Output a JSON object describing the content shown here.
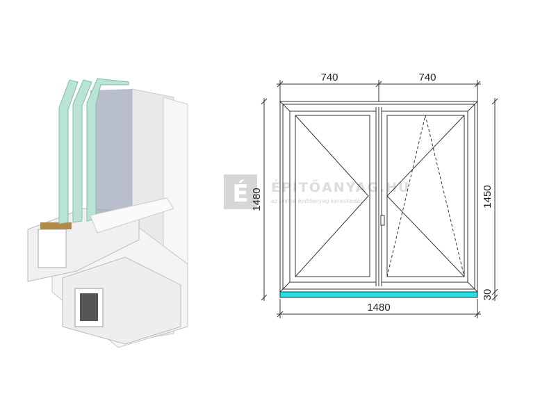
{
  "dimensions": {
    "sash_width_left": "740",
    "sash_width_right": "740",
    "total_height": "1480",
    "frame_height": "1450",
    "sill_height": "30",
    "total_width": "1480"
  },
  "watermark": {
    "logo_letter": "É",
    "brand": "ÉPÍTŐANYAG.HU",
    "tagline": "az online építőanyag kereskedés"
  },
  "colors": {
    "sill": "#22e0e8",
    "line": "#333333",
    "profile": "#f2f2f2",
    "glass": "#a8dcc8"
  },
  "icons": [
    "window-profile-cross-section",
    "window-handle-icon"
  ]
}
